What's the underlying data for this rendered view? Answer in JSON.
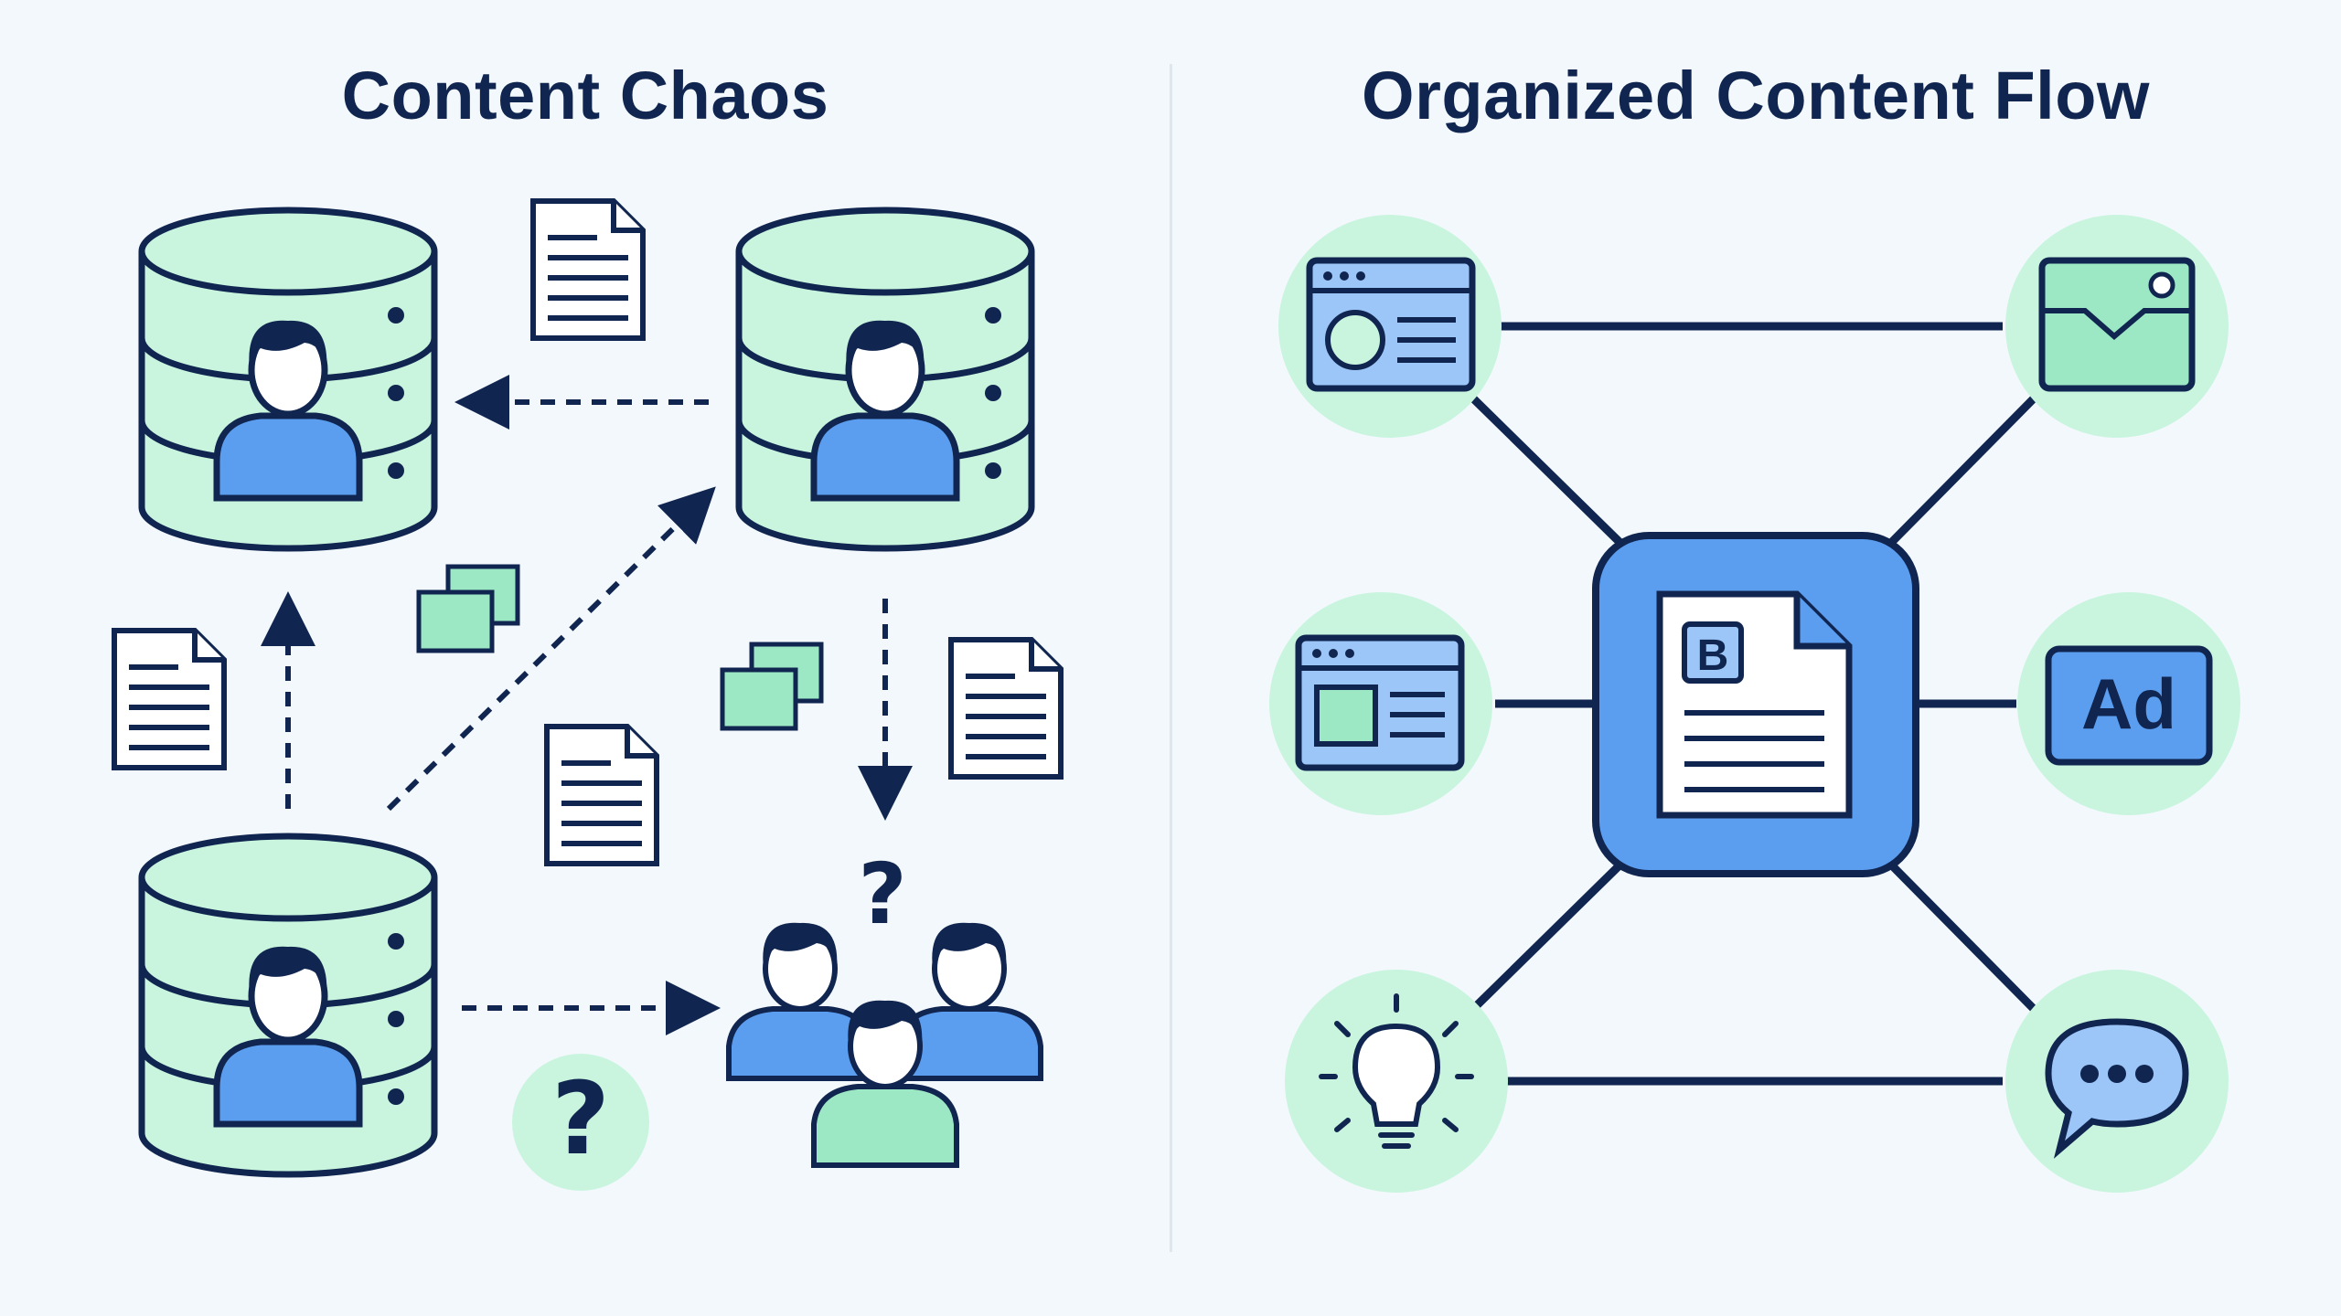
{
  "left_panel": {
    "title": "Content Chaos",
    "question_mark": "?",
    "badge_question_mark": "?"
  },
  "right_panel": {
    "title": "Organized Content Flow",
    "center_doc_letter": "B",
    "ad_label": "Ad"
  },
  "colors": {
    "outline": "#10254f",
    "mint": "#c9f5df",
    "mint_light": "#d6f8e7",
    "blue": "#5b9ef0",
    "blue_light": "#9cc6f7",
    "background": "#f3f8fc"
  },
  "icons": [
    "database-icon",
    "person-icon",
    "document-icon",
    "copies-icon",
    "question-icon",
    "group-icon",
    "browser-window-icon",
    "image-icon",
    "lightbulb-icon",
    "chat-icon",
    "ad-icon"
  ]
}
